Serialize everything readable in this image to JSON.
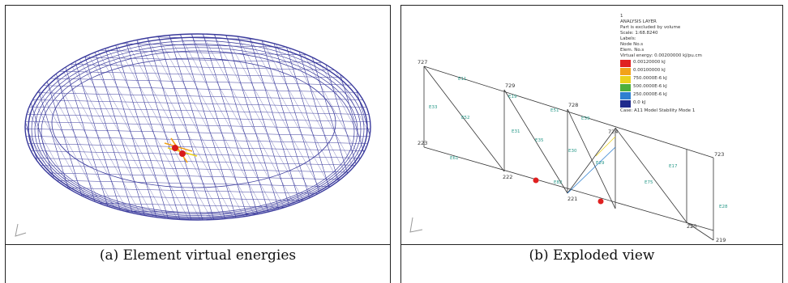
{
  "panel_a": {
    "caption": "(a) Element virtual energies",
    "axis_icon": "axis-triad-icon",
    "mesh_color": "#3a3a9c",
    "highlight_color": "#d81b1b"
  },
  "panel_b": {
    "caption": "(b) Exploded view",
    "axis_icon": "axis-triad-icon",
    "nodes": [
      "727",
      "729",
      "728",
      "724",
      "723",
      "223",
      "222",
      "221",
      "220",
      "219"
    ],
    "element_labels": [
      "E11",
      "E33",
      "E52",
      "E19",
      "E31",
      "E51",
      "E35",
      "E30",
      "E39",
      "E61",
      "E82",
      "E29",
      "E75",
      "E17",
      "E28"
    ],
    "legend": {
      "header": "1",
      "lines": [
        "ANALYSIS LAYER",
        "Part is excluded by volume",
        "Scale: 1:68.8240",
        "Labels:",
        "  Node No.s",
        "  Elem. No.s",
        "Virtual energy: 0.00200000 kJ/pu.cm"
      ],
      "entries": [
        {
          "label": "0.00120000 kJ",
          "color": "#e02020"
        },
        {
          "label": "0.00100000 kJ",
          "color": "#f2a21a"
        },
        {
          "label": "750.0000E-6 kJ",
          "color": "#ead21e"
        },
        {
          "label": "500.0000E-6 kJ",
          "color": "#4caf3c"
        },
        {
          "label": "250.0000E-6 kJ",
          "color": "#2e7fd0"
        },
        {
          "label": "0.0 kJ",
          "color": "#1f2a8c"
        }
      ],
      "case_line": "Case: A11   Model Stability   Mode 1"
    },
    "wire_color": "#333333",
    "label_color": "#2a9a8a"
  }
}
